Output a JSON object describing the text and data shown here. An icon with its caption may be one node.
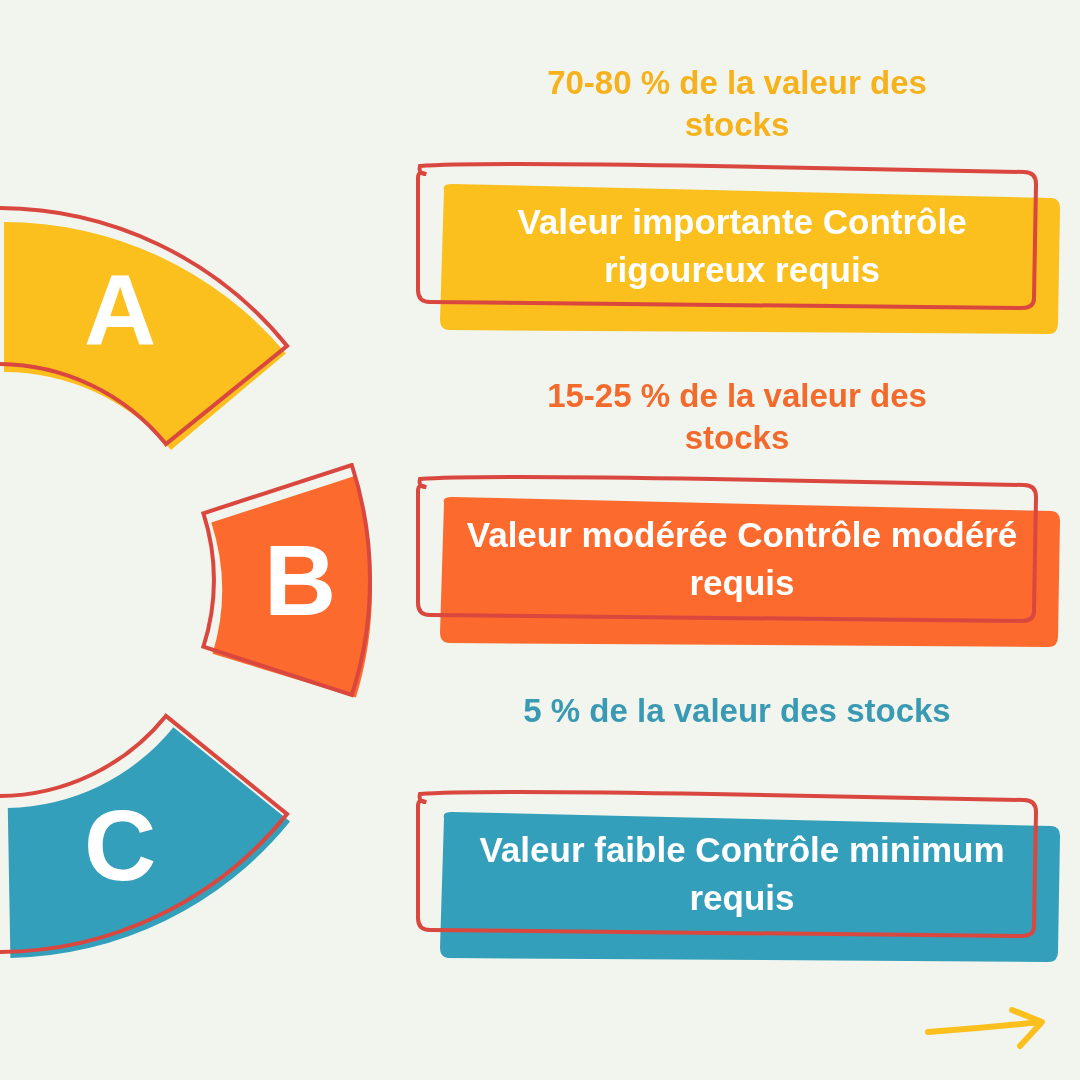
{
  "diagram": {
    "nodes": [
      {
        "text": [
          "A"
        ]
      },
      {
        "text": [
          "B"
        ]
      },
      {
        "text": [
          "C"
        ]
      },
      {
        "text": [
          "70-80 % de la valeur des stocks",
          "Valeur importante Contrôle rigoureux requis"
        ]
      },
      {
        "text": [
          "15-25 % de la valeur des stocks",
          "Valeur modérée Contrôle modéré requis"
        ]
      },
      {
        "text": [
          "5 % de la valeur des stocks",
          "Valeur faible Contrôle minimum requis"
        ]
      }
    ],
    "edges": []
  }
}
